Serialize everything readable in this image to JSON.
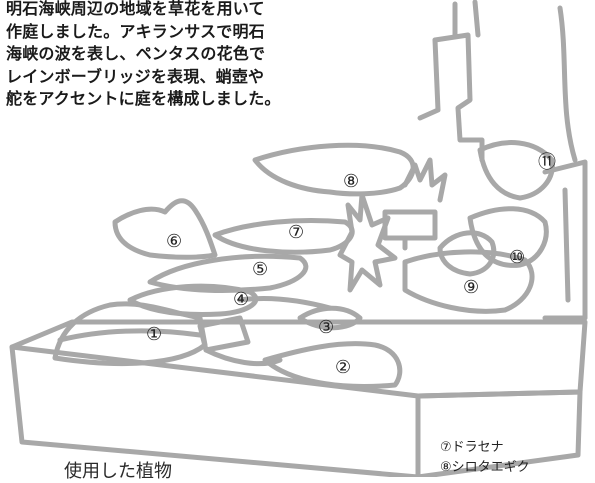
{
  "description_lines": [
    "明石海峡周辺の地域を草花を用いて",
    "作庭しました。アキランサスで明石",
    "海峡の波を表し、ペンタスの花色で",
    "レインボーブリッジを表現、蛸壺や",
    "舵をアクセントに庭を構成しました。"
  ],
  "caption": "使用した植物",
  "legend": [
    "⑦ドラセナ",
    "⑧シロタエギク"
  ],
  "markers": [
    "①",
    "②",
    "③",
    "④",
    "⑤",
    "⑥",
    "⑦",
    "⑧",
    "⑨",
    "⑩",
    "⑪"
  ]
}
